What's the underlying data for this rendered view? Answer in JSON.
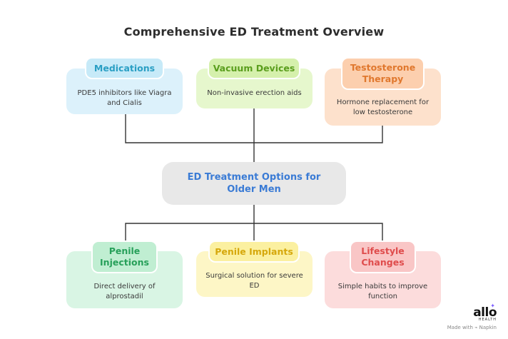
{
  "title": "Comprehensive ED Treatment Overview",
  "center": "ED Treatment Options for Older Men",
  "top_nodes": [
    {
      "title": "Medications",
      "desc": "PDE5 inhibitors like Viagra and Cialis"
    },
    {
      "title": "Vacuum Devices",
      "desc": "Non-invasive erection aids"
    },
    {
      "title": "Testosterone Therapy",
      "desc": "Hormone replacement for low testosterone"
    }
  ],
  "bottom_nodes": [
    {
      "title": "Penile Injections",
      "desc": "Direct delivery of alprostadil"
    },
    {
      "title": "Penile Implants",
      "desc": "Surgical solution for severe ED"
    },
    {
      "title": "Lifestyle Changes",
      "desc": "Simple habits to improve function"
    }
  ],
  "colors": {
    "blue_card": "#dcf1fb",
    "blue_pill": "#c7eaf8",
    "blue_text": "#2a9fc4",
    "green_card": "#e6f7cd",
    "green_pill": "#d5f0ac",
    "green_text": "#5a9e1d",
    "orange_card": "#fde1cc",
    "orange_pill": "#fccfae",
    "orange_text": "#e0782e",
    "mint_card": "#d9f5e4",
    "mint_pill": "#c0eed2",
    "mint_text": "#27a05a",
    "yellow_card": "#fdf6c6",
    "yellow_pill": "#fbf0a0",
    "yellow_text": "#d6a80c",
    "pink_card": "#fcdcdc",
    "pink_pill": "#f9c6c6",
    "pink_text": "#df4c4c",
    "center_text": "#3a7bd5"
  },
  "brand": {
    "logo": "allo",
    "logo_sub": "HEALTH",
    "made_with": "Made with",
    "tool": "Napkin"
  }
}
